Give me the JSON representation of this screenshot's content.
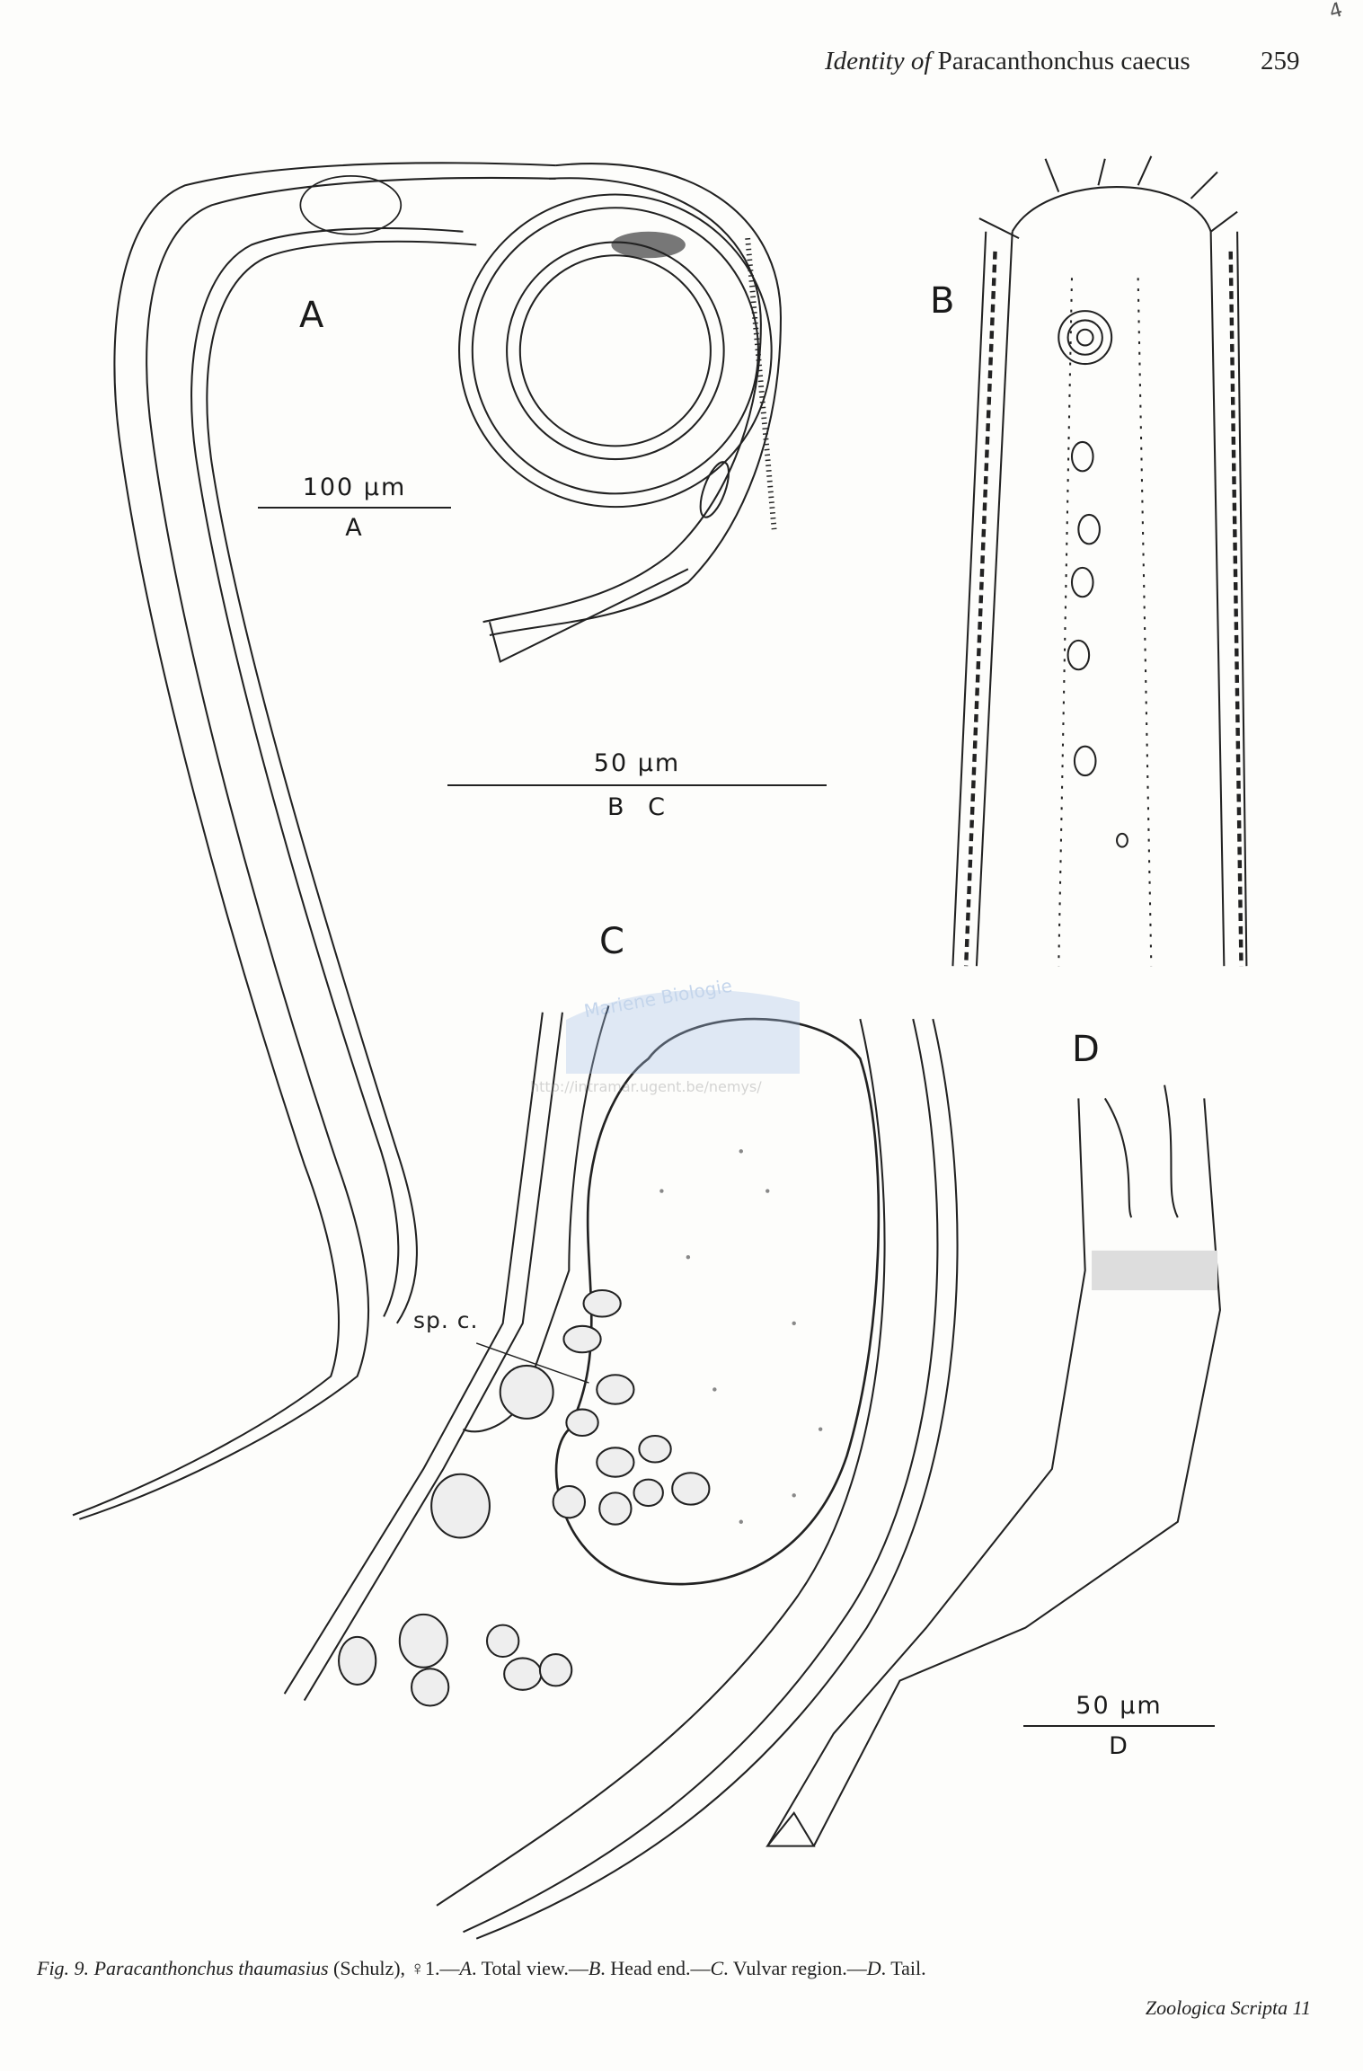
{
  "header": {
    "running_title_italic": "Identity of",
    "running_title_roman": "Paracanthonchus caecus",
    "page_number": "259",
    "corner_mark": "4"
  },
  "figure": {
    "panel_labels": {
      "a": "A",
      "b": "B",
      "c": "C",
      "d": "D"
    },
    "scale_bars": [
      {
        "value": "100 µm",
        "applies_to": "A"
      },
      {
        "value": "50 µm",
        "applies_to": "B C"
      },
      {
        "value": "50 µm",
        "applies_to": "D"
      }
    ],
    "annotations": {
      "sp_c": "sp. c."
    },
    "watermark": {
      "line1": "Mariene Biologie",
      "url": "http://intramar.ugent.be/nemys/"
    }
  },
  "caption": {
    "fig_no": "Fig. 9.",
    "species": "Paracanthonchus thaumasius",
    "authority": "(Schulz), ♀1.—",
    "a": "A",
    "a_text": ". Total view.—",
    "b": "B",
    "b_text": ". Head end.—",
    "c": "C",
    "c_text": ". Vulvar region.—",
    "d": "D",
    "d_text": ". Tail."
  },
  "footer": {
    "journal": "Zoologica Scripta 11"
  }
}
